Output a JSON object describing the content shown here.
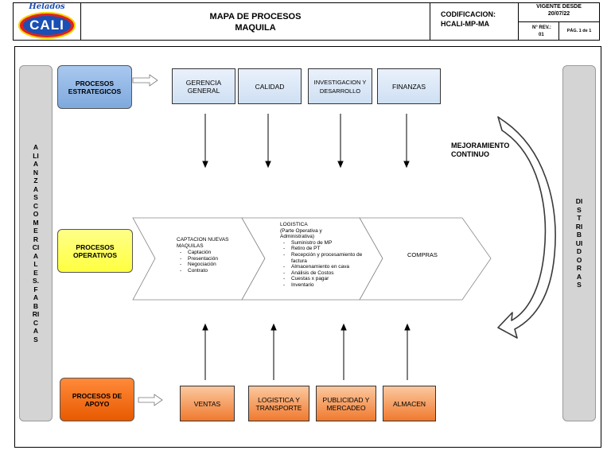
{
  "header": {
    "logo_top": "Helados",
    "logo_main": "CALI",
    "title_line1": "MAPA DE PROCESOS",
    "title_line2": "MAQUILA",
    "code_label": "CODIFICACION:",
    "code_value": "HCALI-MP-MA",
    "vigente_label": "VIGENTE DESDE",
    "vigente_date": "20/07/22",
    "rev_label": "N° REV.:",
    "rev_value": "01",
    "page": "PÁG. 1 de 1"
  },
  "left_bar": {
    "lines": [
      "A",
      "LI",
      "A",
      "N",
      "Z",
      "A",
      "S",
      "C",
      "O",
      "M",
      "E",
      "R",
      "CI",
      "A",
      "L",
      "E",
      "S.",
      "F",
      "A",
      "B",
      "RI",
      "C",
      "A",
      "S"
    ]
  },
  "right_bar": {
    "lines": [
      "DI",
      "S",
      "T",
      "RI",
      "B",
      "UI",
      "D",
      "O",
      "R",
      "A",
      "S"
    ]
  },
  "labels": {
    "estrategicos": "PROCESOS ESTRATEGICOS",
    "operativos": "PROCESOS OPERATIVOS",
    "apoyo": "PROCESOS DE APOYO"
  },
  "strategic_boxes": [
    {
      "label": "GERENCIA GENERAL"
    },
    {
      "label": "CALIDAD"
    },
    {
      "label": "INVESTIGACION Y DESARROLLO"
    },
    {
      "label": "FINANZAS"
    }
  ],
  "support_boxes": [
    {
      "label": "VENTAS"
    },
    {
      "label": "LOGISTICA Y TRANSPORTE"
    },
    {
      "label": "PUBLICIDAD Y MERCADEO"
    },
    {
      "label": "ALMACEN"
    }
  ],
  "operative": {
    "captacion": {
      "title": "CAPTACION NUEVAS MAQUILAS",
      "items": [
        "Captación",
        "Presentación",
        "Negociación",
        "Contrato"
      ]
    },
    "logistica": {
      "title": "LOGISTICA",
      "subtitle": "(Parte Operativa y Administrativa)",
      "items": [
        "Suministro de MP",
        "Retiro de PT",
        "Recepción y procesamiento de factura",
        "Almacenamiento en cava",
        "Análisis de Costos",
        "Cuestas x pagar",
        "Inventario"
      ]
    },
    "compras": {
      "title": "COMPRAS"
    }
  },
  "mejoramiento": "MEJORAMIENTO CONTINUO",
  "colors": {
    "estrategicos": "#8db3e2",
    "operativos": "#ffff66",
    "apoyo": "#f26a10"
  }
}
